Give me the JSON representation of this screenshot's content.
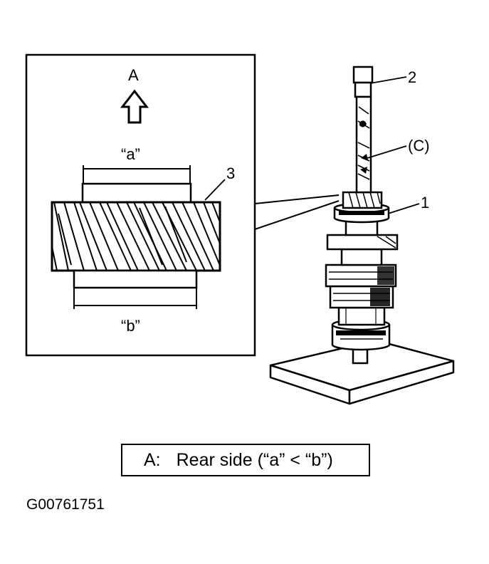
{
  "detail_inset": {
    "arrow_label": "A",
    "width_label_top": "“a”",
    "width_label_bottom": "“b”",
    "gear_callout": "3"
  },
  "assembly": {
    "callout_tool": "2",
    "callout_c": "(C)",
    "callout_gear": "1"
  },
  "caption": {
    "key": "A:",
    "text": "Rear side (“a” < “b”)"
  },
  "figure_id": "G00761751"
}
